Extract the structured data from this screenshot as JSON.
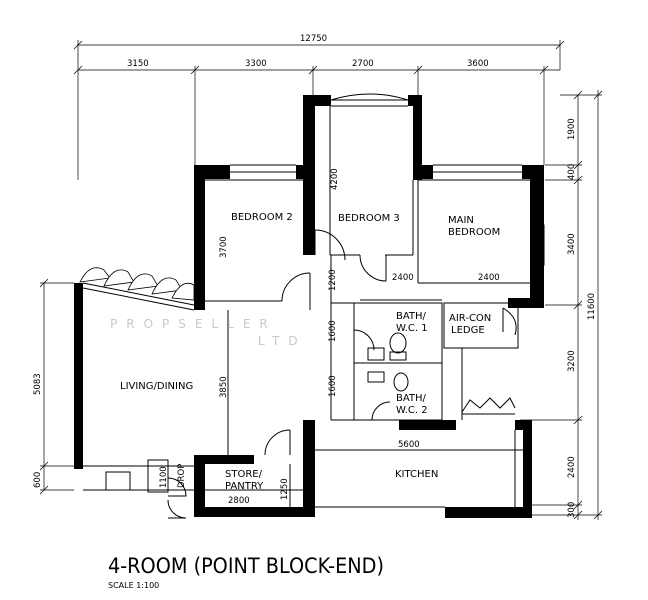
{
  "plan": {
    "title": "4-ROOM (POINT BLOCK-END)",
    "scale": "SCALE 1:100",
    "watermark_line1": "PROPSELLER",
    "watermark_line2": "LTD",
    "dimensions_top": {
      "overall": "12750",
      "segments": [
        "3150",
        "3300",
        "2700",
        "3600"
      ]
    },
    "dimensions_right": {
      "overall": "11600",
      "segments": [
        "1900",
        "400",
        "3400",
        "3200",
        "2400",
        "300"
      ]
    },
    "dimensions_left": {
      "segments": [
        "5083",
        "600"
      ]
    },
    "dimensions_inner": {
      "bedroom2_height": "3700",
      "bedroom3_height": "4200",
      "corridor_1200": "1200",
      "bed3_width": "2400",
      "main_bed_width": "2400",
      "bath1_height": "1600",
      "bath2_height": "1600",
      "living_height": "3850",
      "kitchen_width": "5600",
      "store_width": "2800",
      "store_height": "1250",
      "drop_width": "1100"
    },
    "rooms": {
      "bedroom2": "BEDROOM 2",
      "bedroom3": "BEDROOM 3",
      "main_bedroom_line1": "MAIN",
      "main_bedroom_line2": "BEDROOM",
      "bath1_line1": "BATH/",
      "bath1_line2": "W.C. 1",
      "bath2_line1": "BATH/",
      "bath2_line2": "W.C. 2",
      "aircon_line1": "AIR-CON",
      "aircon_line2": "LEDGE",
      "living": "LIVING/DINING",
      "store_line1": "STORE/",
      "store_line2": "PANTRY",
      "kitchen": "KITCHEN",
      "drop": "DROP"
    }
  }
}
